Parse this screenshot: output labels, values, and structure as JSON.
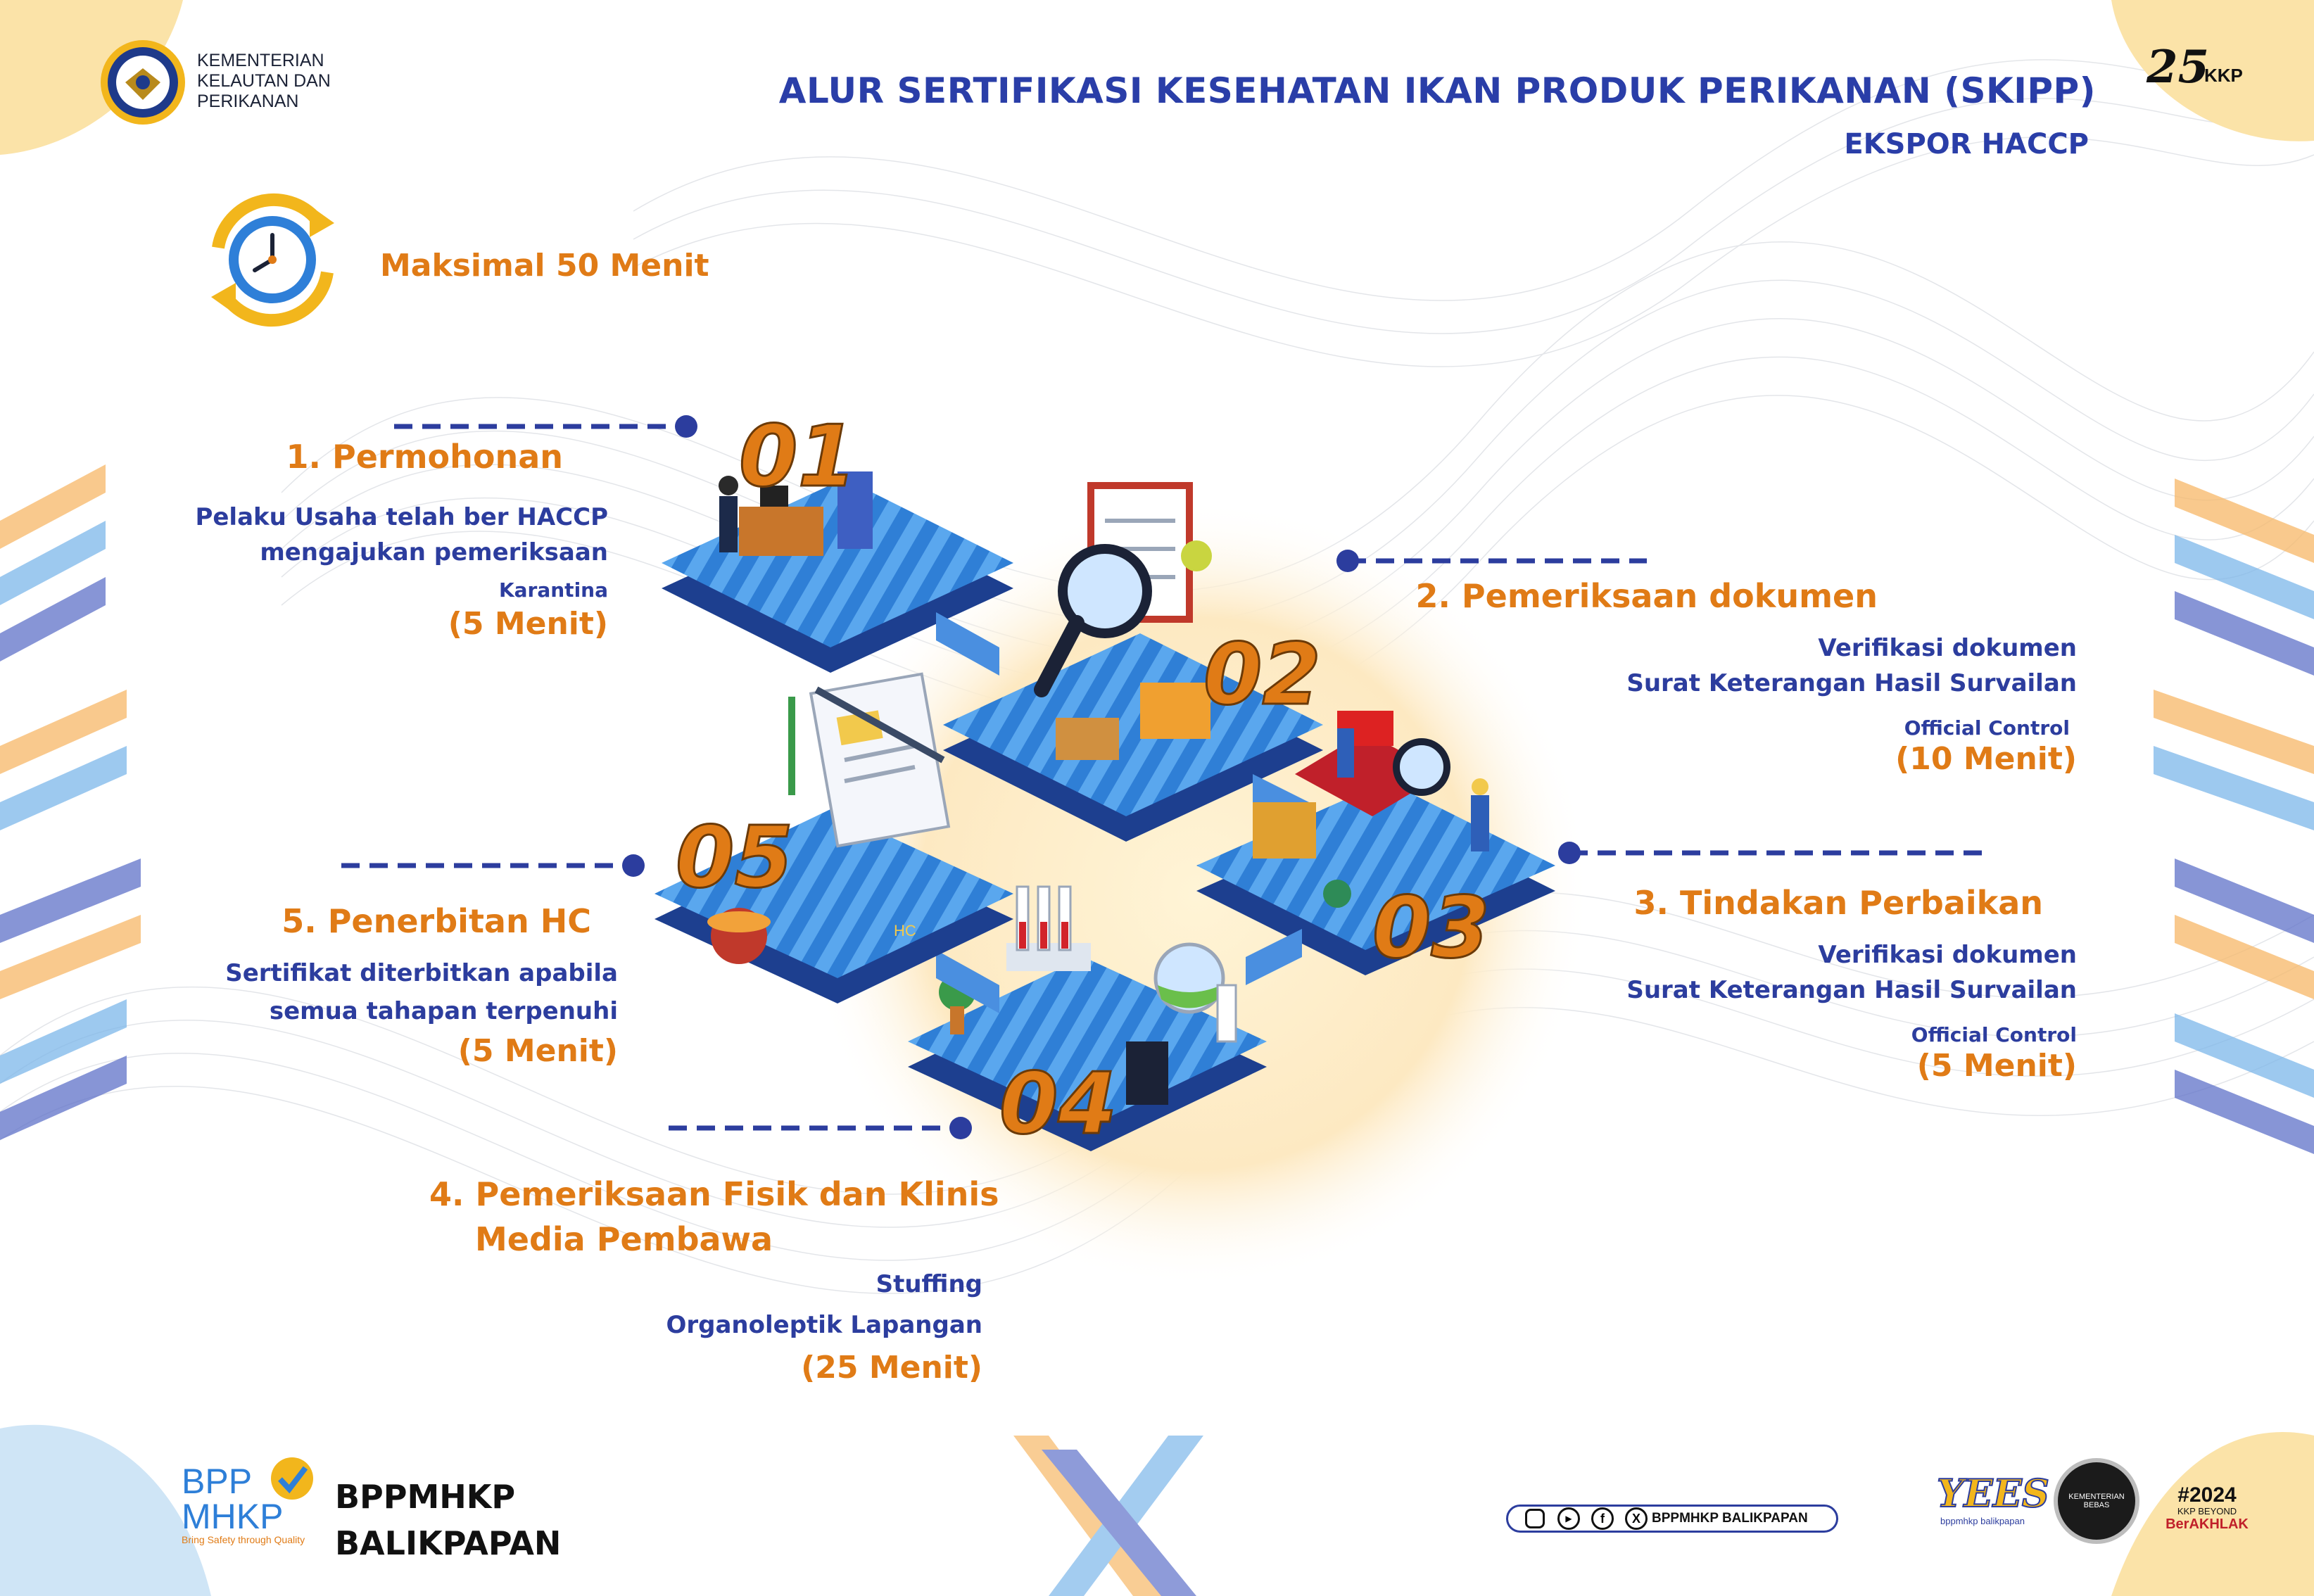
{
  "header": {
    "ministry_line1": "KEMENTERIAN",
    "ministry_line2": "KELAUTAN DAN",
    "ministry_line3": "PERIKANAN",
    "title": "ALUR SERTIFIKASI KESEHATAN IKAN PRODUK PERIKANAN (SKIPP)",
    "subtitle": "EKSPOR HACCP",
    "anniversary_number": "25",
    "anniversary_label": "KKP"
  },
  "duration": {
    "label": "Maksimal 50 Menit",
    "icon": "clock-icon"
  },
  "steps": [
    {
      "title": "1. Permohonan",
      "line1": "Pelaku Usaha telah ber HACCP",
      "line2": "mengajukan pemeriksaan",
      "small": "Karantina",
      "time": "(5 Menit)",
      "number": "01"
    },
    {
      "title": "2. Pemeriksaan dokumen",
      "line1": "Verifikasi dokumen",
      "line2": "Surat Keterangan Hasil Survailan",
      "small": "Official Control",
      "time": "(10 Menit)",
      "number": "02"
    },
    {
      "title": "3. Tindakan Perbaikan",
      "line1": "Verifikasi dokumen",
      "line2": "Surat Keterangan Hasil Survailan",
      "small": "Official Control",
      "time": "(5 Menit)",
      "number": "03"
    },
    {
      "title_line1": "4. Pemeriksaan Fisik dan Klinis",
      "title_line2": "Media Pembawa",
      "line1": "Stuffing",
      "line2": "Organoleptik Lapangan",
      "time": "(25 Menit)",
      "number": "04"
    },
    {
      "title": "5. Penerbitan HC",
      "line1": "Sertifikat diterbitkan apabila",
      "line2": "semua tahapan terpenuhi",
      "time": "(5 Menit)",
      "number": "05",
      "doc_label": "HC"
    }
  ],
  "footer": {
    "logo_line1": "BPP",
    "logo_line2": "MHKP",
    "logo_tagline": "Bring Safety through Quality",
    "org_line1": "BPPMHKP",
    "org_line2": "BALIKPAPAN",
    "social_handle": "BPPMHKP BALIKPAPAN",
    "social_icons": [
      "instagram-icon",
      "youtube-icon",
      "facebook-icon",
      "x-icon"
    ],
    "yees_logo": "YEES",
    "yees_caption": "bppmhkp balikpapan",
    "integrity_badge": "KEMENTERIAN BEBAS",
    "berakhlak_line1": "#2024",
    "berakhlak_line2": "KKP BEYOND",
    "berakhlak_line3": "BerAKHLAK"
  },
  "colors": {
    "orange": "#e07b16",
    "navy": "#2c3d9e",
    "platform_blue": "#2f7fd6",
    "platform_dark": "#1d3f8f"
  }
}
